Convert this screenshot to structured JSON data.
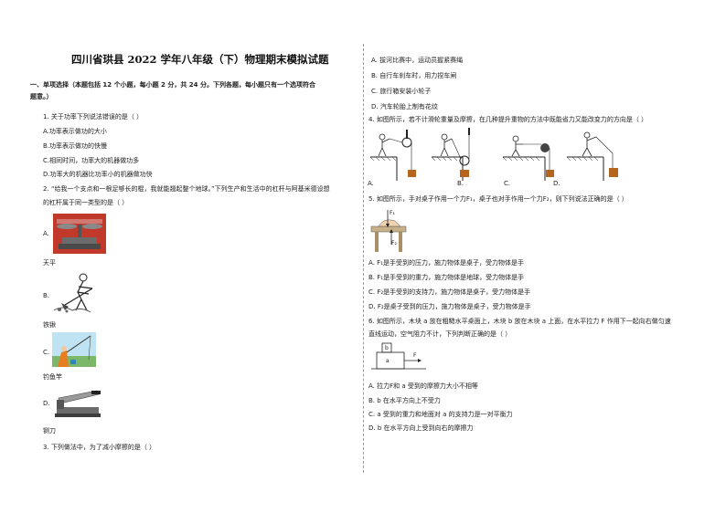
{
  "title": "四川省珙县 2022 学年八年级（下）物理期末模拟试题",
  "section1": {
    "heading": "一、单项选择（本题包括 12 个小题，每小题 2 分，共 24 分。下列各题，每小题只有一个选项符合",
    "heading_cont": "题意。）"
  },
  "q1": {
    "stem": "1.  关于功率下列说法错误的是（     ）",
    "options": [
      "A.功率表示做功的大小",
      "B.功率表示做功的快慢",
      "C.相同时间，功率大的机器做功多",
      "D.功率大的机器比功率小的机器做功快"
    ]
  },
  "q2": {
    "stem": "2.  “给我一个支点和一根足够长的棍，我就能翘起整个地球。”下列生产和生活中的杠杆与阿基米德设想",
    "stem_cont": "的杠杆属于同一类型的是（     ）",
    "options": [
      {
        "letter": "A.",
        "caption": "天平"
      },
      {
        "letter": "B.",
        "caption": "铁锹"
      },
      {
        "letter": "C.",
        "caption": "钓鱼竿"
      },
      {
        "letter": "D.",
        "caption": "铡刀"
      }
    ]
  },
  "q3": {
    "stem": "3.  下列做法中，为了减小摩擦的是（ ）",
    "options": [
      "A.   拔河比赛中，运动员握紧赛绳",
      "B.   自行车刹车时，用力捏车闸",
      "C.   旅行箱安装小轮子",
      "D.   汽车轮胎上制有花纹"
    ]
  },
  "q4": {
    "stem": "4.  如图所示，若不计滑轮重量及摩擦，在几种提升重物的方法中既能省力又能改变力的方向是（     ）",
    "labels": [
      "A.",
      "B.",
      "C.",
      "D."
    ]
  },
  "q5": {
    "stem": "5.  如图所示，手对桌子作用一个力F₁，桌子也对手作用一个力F₂，则下列说法正确的是（     ）",
    "fig_labels": [
      "F₁",
      "F₂"
    ],
    "options": [
      "A. F₁是手受到的压力，施力物体是桌子，受力物体是手",
      "B. F₁是手受到的重力，施力物体是地球，受力物体是手",
      "C. F₂是手受到的支持力，施力物体是桌子，受力物体是手",
      "D. F₂是桌子受到的压力，施力物体是桌子，受力物体是手"
    ]
  },
  "q6": {
    "stem": "6.  如图所示，木块 a 放在粗糙水平桌面上，木块 b 放在木块 a 上面，在水平拉力 F 作用下一起向右做匀速",
    "stem_cont": "直线运动，空气阻力不计，下列判断正确的是（     ）",
    "fig_labels": {
      "b": "b",
      "a": "a",
      "F": "F"
    },
    "options": [
      "A. 拉力F和 a 受到的摩擦力大小不相等",
      "B. b 在水平方向上不受力",
      "C. a 受到的重力和地面对 a 的支持力是一对平衡力",
      "D. b 在水平方向上受到向右的摩擦力"
    ]
  },
  "colors": {
    "balance_bg": "#c0392b",
    "balance_metal": "#6b6b6b",
    "crate": "#b5651d",
    "ink": "#222222"
  }
}
